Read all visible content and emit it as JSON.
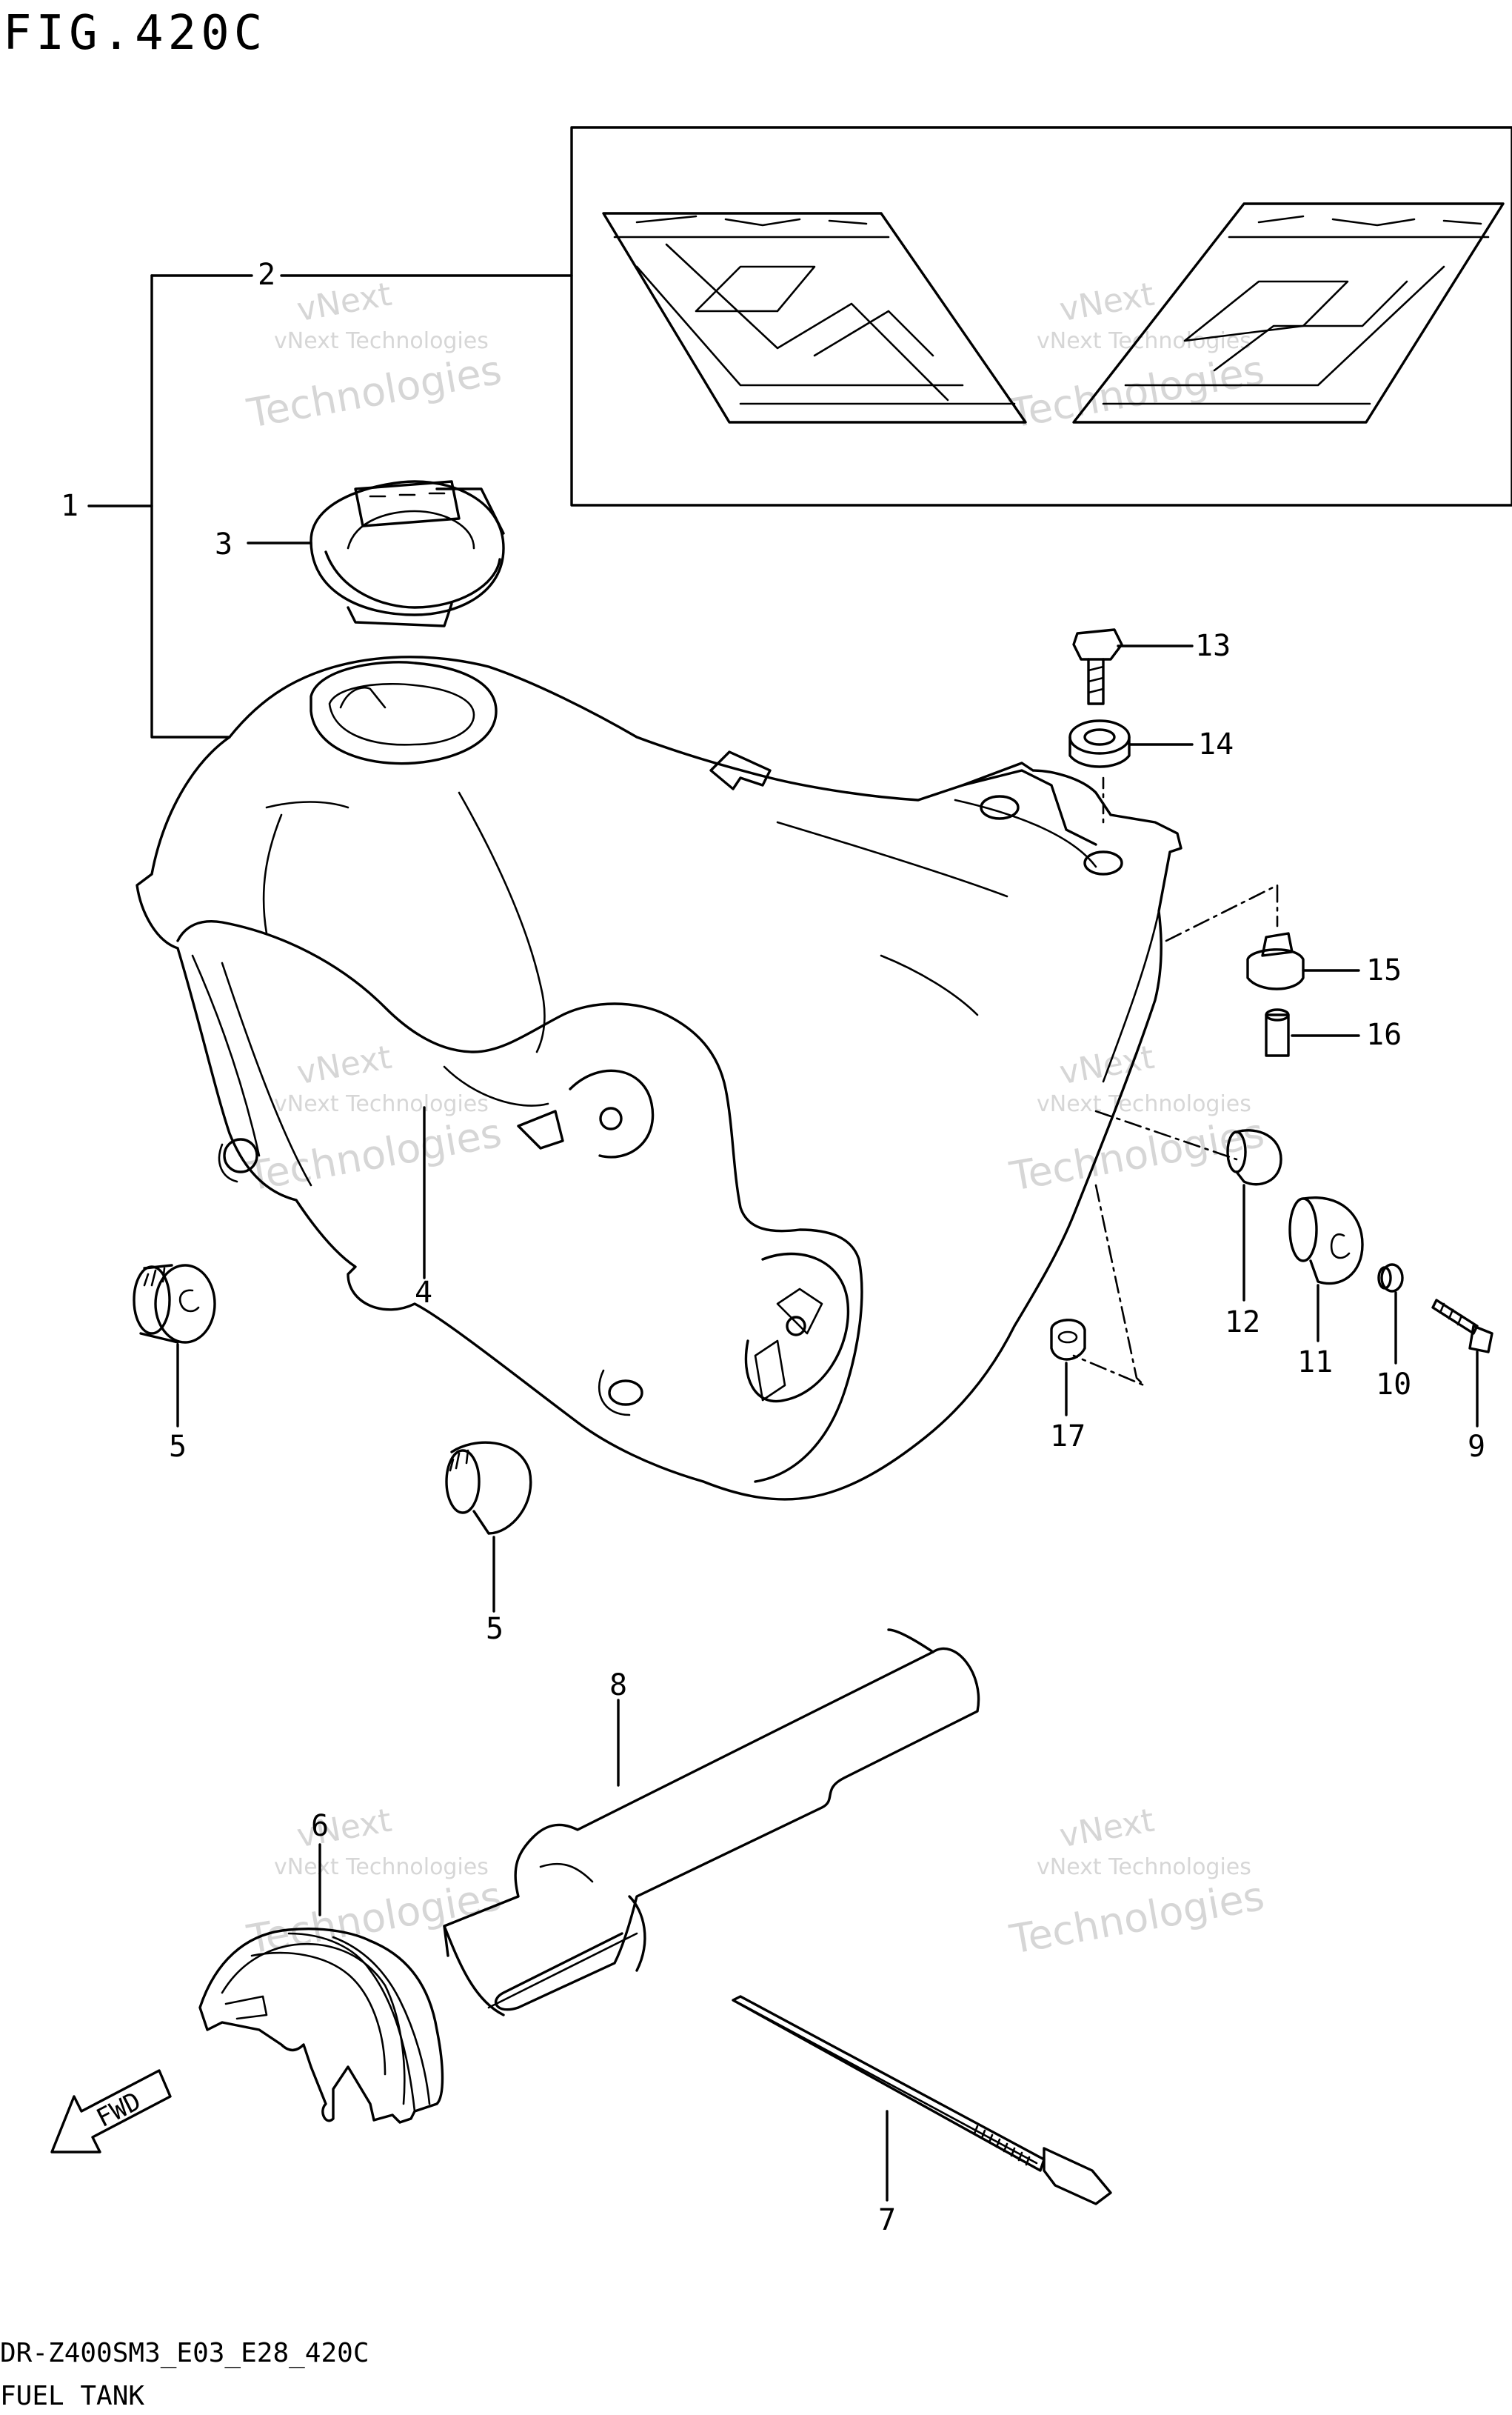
{
  "figure": {
    "title": "FIG.420C",
    "model_code": "DR-Z400SM3_E03_E28_420C",
    "caption": "FUEL TANK"
  },
  "watermark": {
    "line1": "vNext Technologies",
    "line2": "vNext",
    "line3": "Technologies"
  },
  "callouts": [
    {
      "id": "1",
      "label": "1"
    },
    {
      "id": "2",
      "label": "2"
    },
    {
      "id": "3",
      "label": "3"
    },
    {
      "id": "4",
      "label": "4"
    },
    {
      "id": "5a",
      "label": "5"
    },
    {
      "id": "5b",
      "label": "5"
    },
    {
      "id": "6",
      "label": "6"
    },
    {
      "id": "7",
      "label": "7"
    },
    {
      "id": "8",
      "label": "8"
    },
    {
      "id": "9",
      "label": "9"
    },
    {
      "id": "10",
      "label": "10"
    },
    {
      "id": "11",
      "label": "11"
    },
    {
      "id": "12",
      "label": "12"
    },
    {
      "id": "13",
      "label": "13"
    },
    {
      "id": "14",
      "label": "14"
    },
    {
      "id": "15",
      "label": "15"
    },
    {
      "id": "16",
      "label": "16"
    },
    {
      "id": "17",
      "label": "17"
    }
  ],
  "direction_arrow": {
    "label": "FWD"
  },
  "colors": {
    "line": "#000000",
    "background": "#ffffff",
    "watermark": "#d6d6d6"
  }
}
